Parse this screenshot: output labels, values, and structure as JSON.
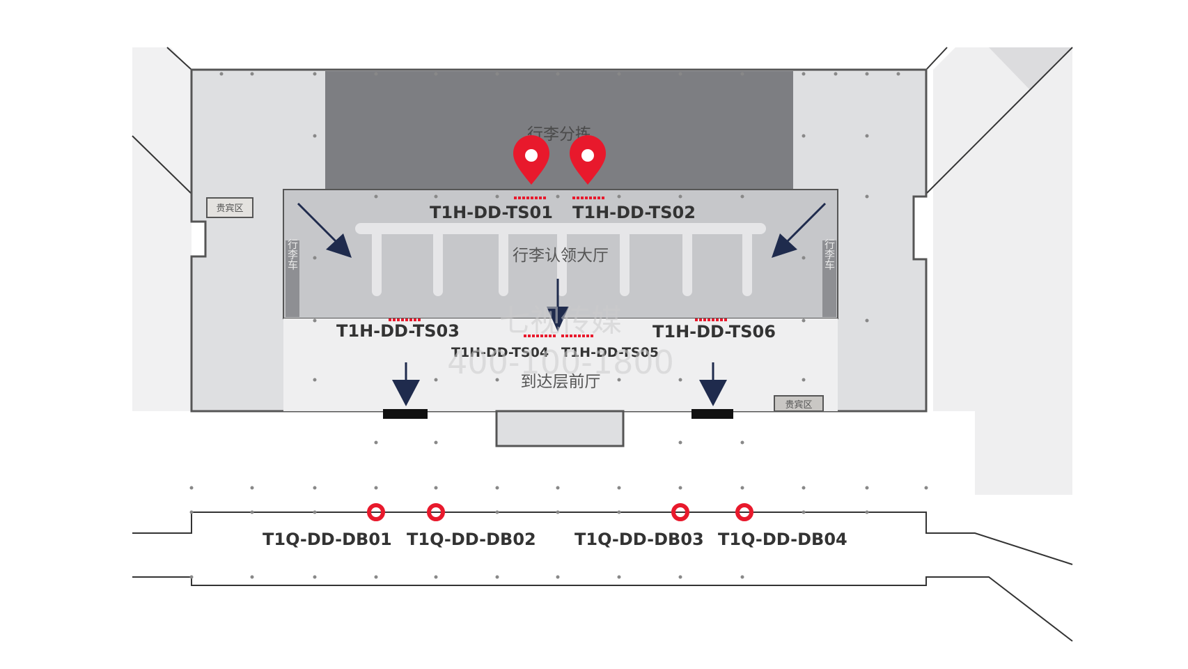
{
  "zones": {
    "baggage_sorting": "行李分拣",
    "baggage_claim_hall": "行李认领大厅",
    "arrival_front_hall": "到达层前厅",
    "vip_left": "贵宾区",
    "vip_right": "贵宾区",
    "trolley_left": "行李车",
    "trolley_right": "行李车"
  },
  "points": {
    "ts01": "T1H-DD-TS01",
    "ts02": "T1H-DD-TS02",
    "ts03": "T1H-DD-TS03",
    "ts04": "T1H-DD-TS04",
    "ts05": "T1H-DD-TS05",
    "ts06": "T1H-DD-TS06",
    "db01": "T1Q-DD-DB01",
    "db02": "T1Q-DD-DB02",
    "db03": "T1Q-DD-DB03",
    "db04": "T1Q-DD-DB04"
  },
  "watermark": {
    "line1": "七视传媒",
    "line2": "400-100-1800"
  },
  "colors": {
    "sorting_fill": "#7d7e82",
    "claim_fill": "#c6c7ca",
    "front_fill": "#efeff0",
    "wing_fill": "#dedfe1",
    "marker_red": "#e8192c",
    "arrow_navy": "#1f2b4d"
  },
  "icons": {
    "pin": "map-pin-icon",
    "ring": "ring-marker-icon",
    "arrow": "direction-arrow-icon"
  }
}
